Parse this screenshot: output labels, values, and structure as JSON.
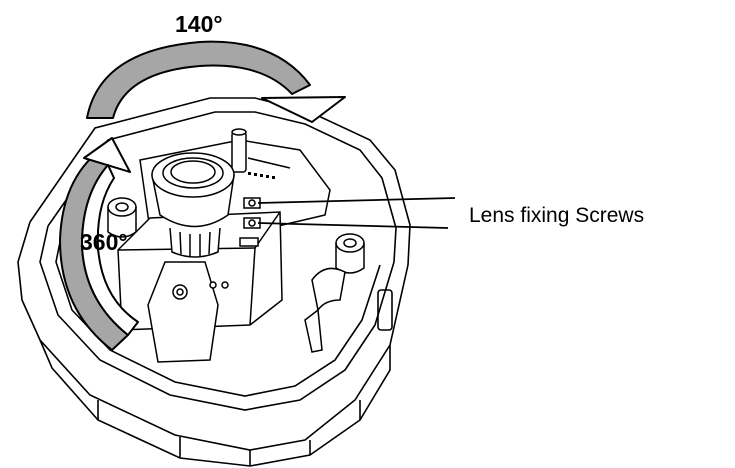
{
  "labels": {
    "tilt_angle": "140°",
    "pan_angle": "360°",
    "callout": "Lens fixing Screws"
  },
  "colors": {
    "line": "#000000",
    "arrow_fill": "#a6a6a6",
    "arrow_light": "#ffffff",
    "background": "#ffffff"
  }
}
